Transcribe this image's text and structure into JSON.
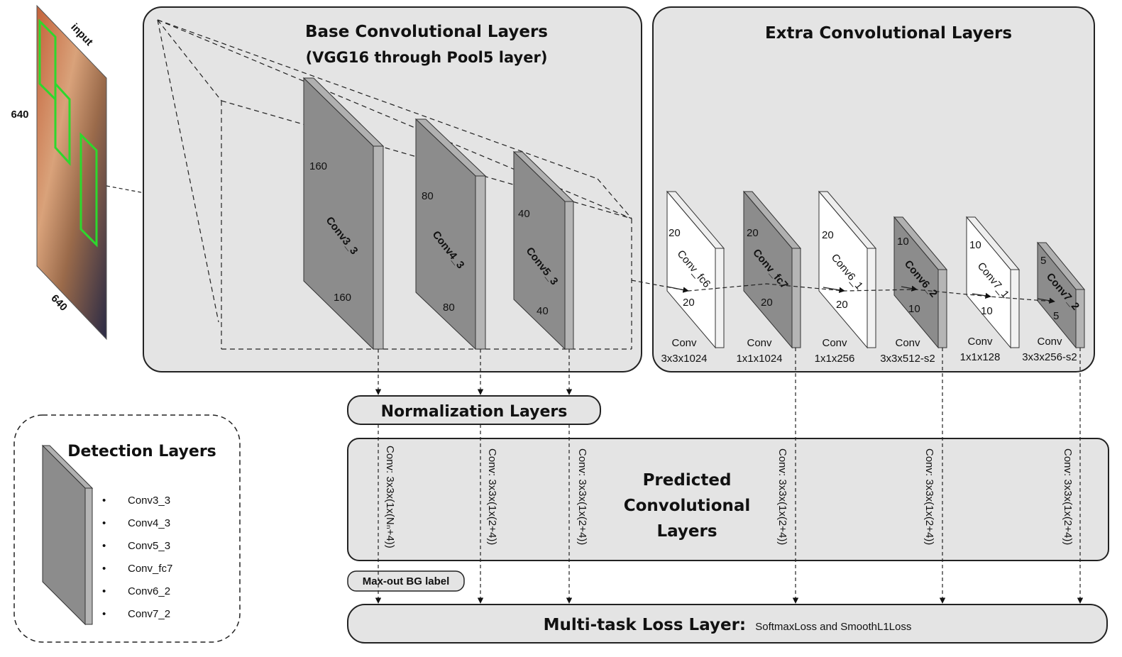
{
  "input": {
    "label": "input",
    "height": "640",
    "width": "640"
  },
  "base": {
    "title": "Base Convolutional Layers",
    "subtitle": "(VGG16 through Pool5 layer)",
    "layers": [
      {
        "name": "Conv3_3",
        "size_top": "160",
        "size_bottom": "160"
      },
      {
        "name": "Conv4_3",
        "size_top": "80",
        "size_bottom": "80"
      },
      {
        "name": "Conv5_3",
        "size_top": "40",
        "size_bottom": "40"
      }
    ]
  },
  "extra": {
    "title": "Extra Convolutional Layers",
    "layers": [
      {
        "name": "Conv_fc6",
        "size_top": "20",
        "size_bottom": "20",
        "conv": "Conv",
        "kernel": "3x3x1024",
        "detect": false
      },
      {
        "name": "Conv_fc7",
        "size_top": "20",
        "size_bottom": "20",
        "conv": "Conv",
        "kernel": "1x1x1024",
        "detect": true
      },
      {
        "name": "Conv6_1",
        "size_top": "20",
        "size_bottom": "20",
        "conv": "Conv",
        "kernel": "1x1x256",
        "detect": false
      },
      {
        "name": "Conv6_2",
        "size_top": "10",
        "size_bottom": "10",
        "conv": "Conv",
        "kernel": "3x3x512-s2",
        "detect": true
      },
      {
        "name": "Conv7_1",
        "size_top": "10",
        "size_bottom": "10",
        "conv": "Conv",
        "kernel": "1x1x128",
        "detect": false
      },
      {
        "name": "Conv7_2",
        "size_top": "5",
        "size_bottom": "5",
        "conv": "Conv",
        "kernel": "3x3x256-s2",
        "detect": true
      }
    ]
  },
  "normalization": {
    "label": "Normalization Layers"
  },
  "predicted": {
    "title_lines": [
      "Predicted",
      "Convolutional",
      "Layers"
    ],
    "convs": [
      "Conv: 3x3x(1x(Nₙ+4))",
      "Conv: 3x3x(1x(2+4))",
      "Conv: 3x3x(1x(2+4))",
      "Conv: 3x3x(1x(2+4))",
      "Conv: 3x3x(1x(2+4))",
      "Conv: 3x3x(1x(2+4))"
    ]
  },
  "maxout": {
    "label": "Max-out BG label"
  },
  "loss": {
    "title": "Multi-task Loss Layer:",
    "subtitle": "SoftmaxLoss and SmoothL1Loss"
  },
  "legend": {
    "title": "Detection  Layers",
    "items": [
      "Conv3_3",
      "Conv4_3",
      "Conv5_3",
      "Conv_fc7",
      "Conv6_2",
      "Conv7_2"
    ]
  },
  "colors": {
    "panel": "#e4e4e4",
    "layer_dark": "#8c8c8c",
    "layer_light": "#ffffff",
    "edge": "#b0b0b0"
  }
}
